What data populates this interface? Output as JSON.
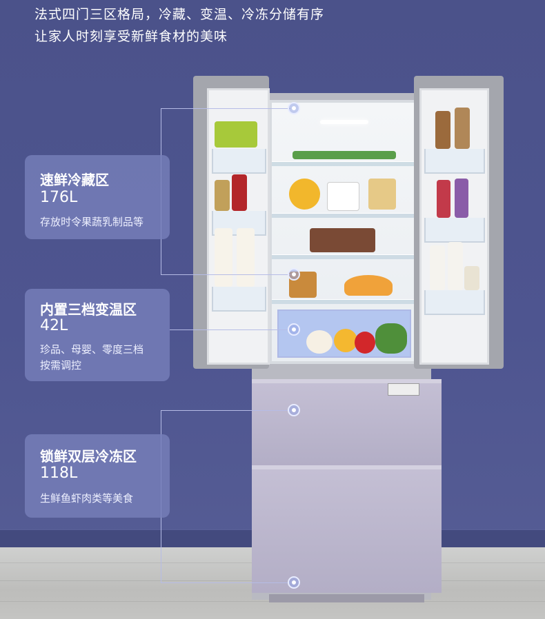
{
  "headline": {
    "line1": "法式四门三区格局，冷藏、变温、冷冻分储有序",
    "line2": "让家人时刻享受新鲜食材的美味"
  },
  "zones": [
    {
      "name": "速鲜冷藏区",
      "volume": "176L",
      "desc_lines": [
        "存放时令果蔬乳制品等"
      ]
    },
    {
      "name": "内置三档变温区",
      "volume": "42L",
      "desc_lines": [
        "珍品、母婴、零度三档",
        "按需调控"
      ]
    },
    {
      "name": "锁鲜双层冷冻区",
      "volume": "118L",
      "desc_lines": [
        "生鲜鱼虾肉类等美食"
      ]
    }
  ],
  "colors": {
    "wall": "#4b528a",
    "card": "#767fba",
    "text": "#ffffff",
    "floor": "#c8c8c6",
    "drawer": "#bcb7cd"
  }
}
